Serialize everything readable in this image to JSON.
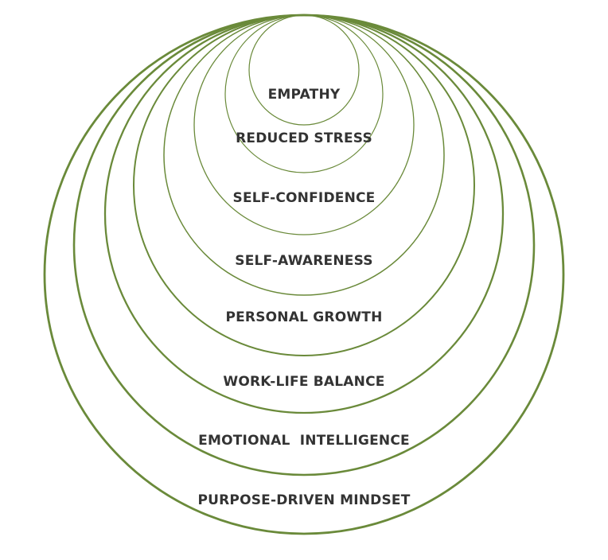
{
  "diagram": {
    "stroke_color": "#6a8a3a",
    "text_color": "#333333",
    "levels": [
      {
        "label": "EMPATHY"
      },
      {
        "label": "REDUCED STRESS"
      },
      {
        "label": "SELF-CONFIDENCE"
      },
      {
        "label": "SELF-AWARENESS"
      },
      {
        "label": "PERSONAL GROWTH"
      },
      {
        "label": "WORK-LIFE BALANCE"
      },
      {
        "label": "EMOTIONAL  INTELLIGENCE"
      },
      {
        "label": "PURPOSE-DRIVEN MINDSET"
      }
    ]
  }
}
